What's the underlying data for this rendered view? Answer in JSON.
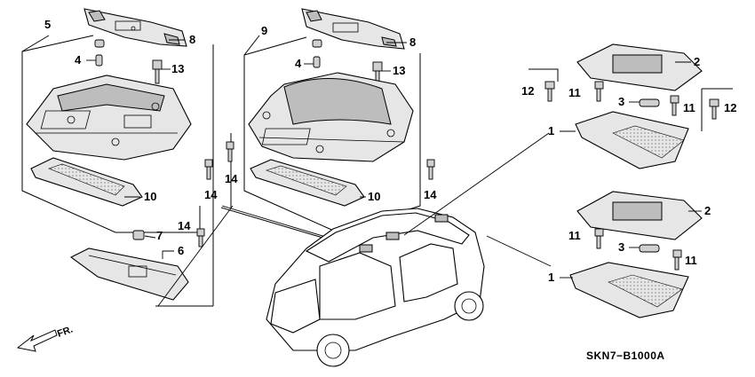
{
  "diagram": {
    "code": "SKN7−B1000A",
    "direction_label": "FR.",
    "callouts": {
      "c1a": "1",
      "c1b": "1",
      "c2a": "2",
      "c2b": "2",
      "c3a": "3",
      "c3b": "3",
      "c4a": "4",
      "c4b": "4",
      "c5": "5",
      "c6": "6",
      "c7": "7",
      "c8a": "8",
      "c8b": "8",
      "c9": "9",
      "c10a": "10",
      "c10b": "10",
      "c11a": "11",
      "c11b": "11",
      "c11c": "11",
      "c11d": "11",
      "c12a": "12",
      "c12b": "12",
      "c13a": "13",
      "c13b": "13",
      "c14a": "14",
      "c14b": "14",
      "c14c": "14",
      "c14d": "14"
    }
  }
}
